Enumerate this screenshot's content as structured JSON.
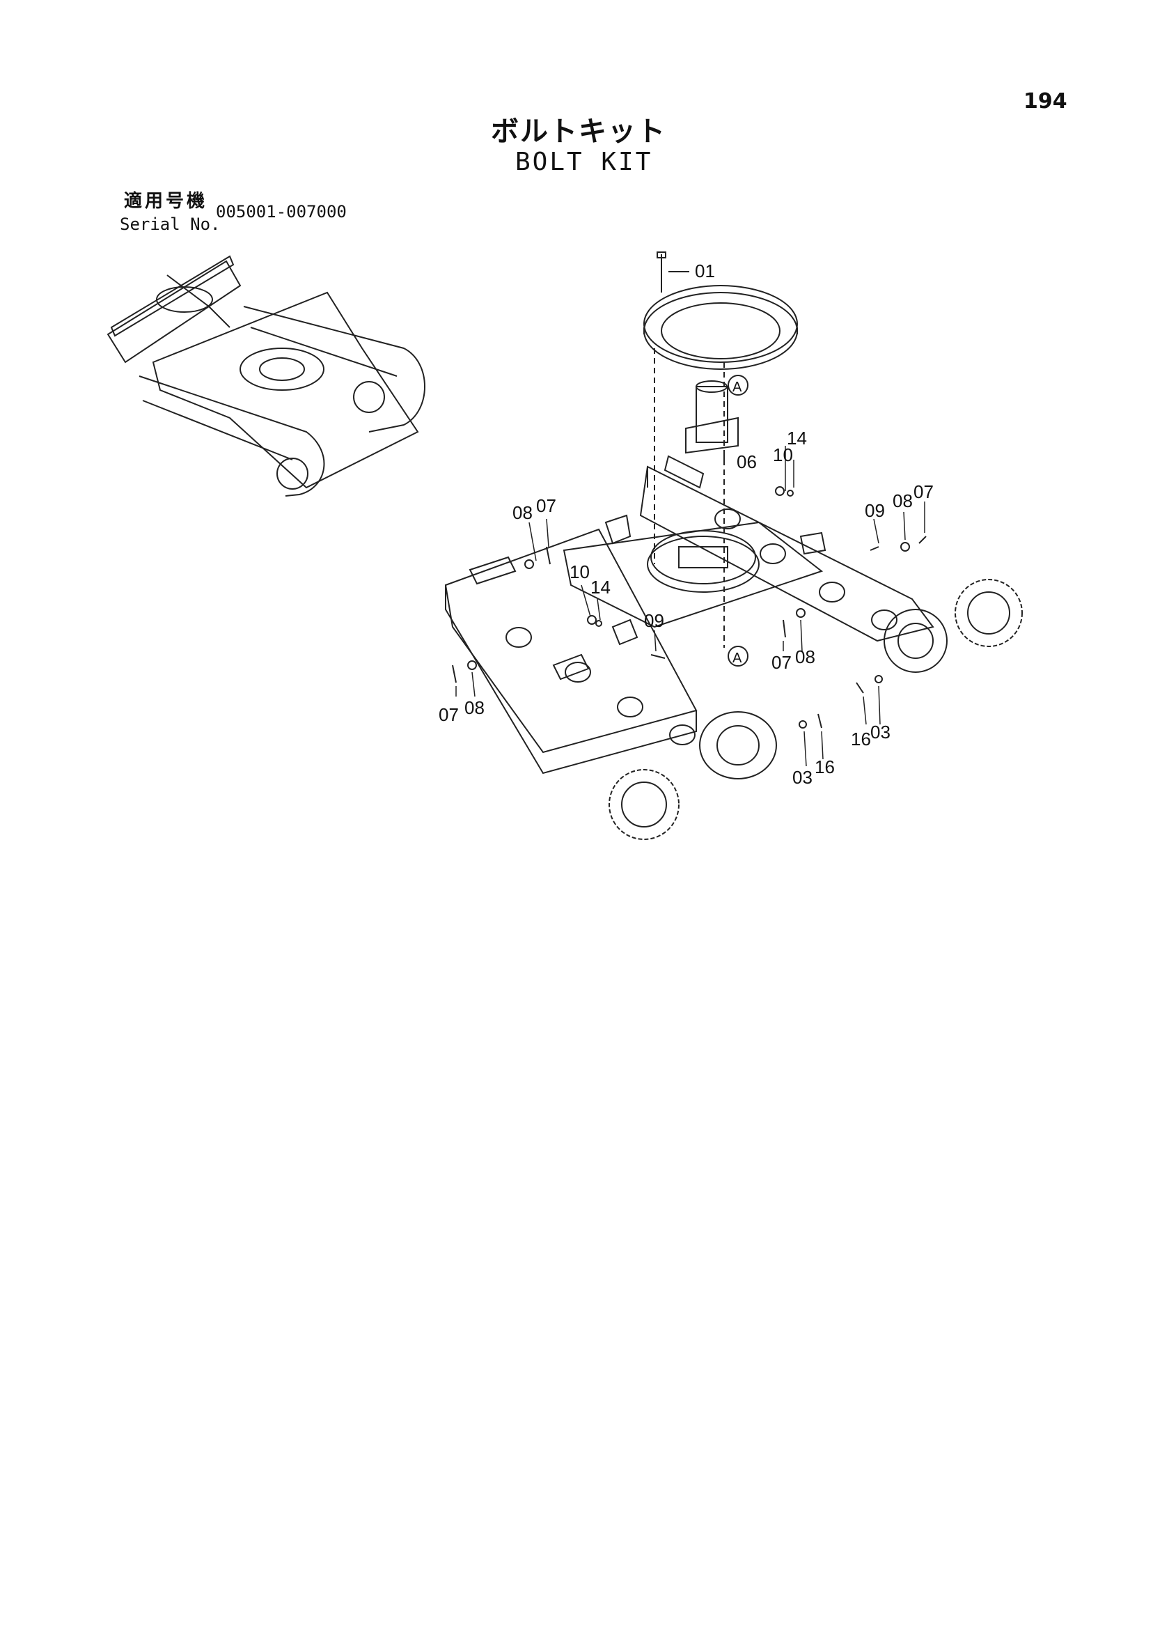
{
  "page": {
    "number": "194",
    "title_jp": "ボルトキット",
    "title_en": "BOLT KIT"
  },
  "serial": {
    "label_jp": "適用号機",
    "label_en": "Serial No.",
    "range": "005001-007000"
  },
  "callouts": {
    "c01": "01",
    "c06": "06",
    "c14a": "14",
    "c10a": "10",
    "c08a": "08",
    "c07a": "07",
    "c09a": "09",
    "c08b": "08",
    "c07b": "07",
    "c10b": "10",
    "c14b": "14",
    "c09b": "09",
    "c07c": "07",
    "c08c": "08",
    "c07d": "07",
    "c08d": "08",
    "c16a": "16",
    "c03a": "03",
    "c03b": "03",
    "c16b": "16",
    "refA1": "A",
    "refA2": "A"
  }
}
